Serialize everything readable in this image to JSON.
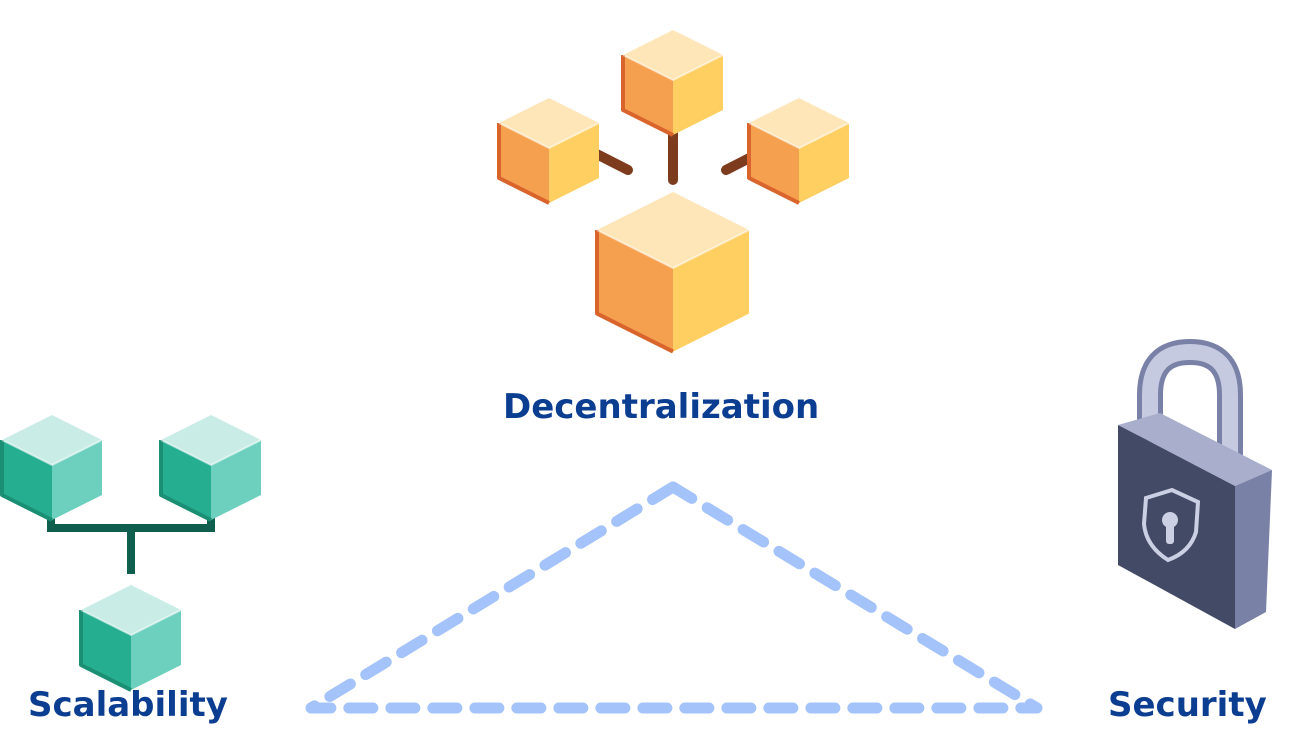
{
  "labels": {
    "top": "Decentralization",
    "left": "Scalability",
    "right": "Security"
  },
  "colors": {
    "label_text": "#0b3d91",
    "triangle_stroke": "#a4c3fb",
    "orange_top": "#ffe6b8",
    "orange_left": "#f5a04e",
    "orange_right": "#ffcf62",
    "orange_edge": "#d9642c",
    "orange_connector": "#7e3c1e",
    "teal_top": "#c9ede6",
    "teal_left": "#26ae91",
    "teal_right": "#6dd0bf",
    "teal_edge": "#1b8f74",
    "teal_connector": "#0f5e4e",
    "lock_front": "#434a66",
    "lock_side": "#7a81a6",
    "lock_top": "#a8aecb",
    "lock_shackle": "#c5cae0",
    "lock_keyhole": "#ccd0e4"
  },
  "icons": {
    "top": "block-network-icon",
    "left": "block-branch-icon",
    "right": "padlock-icon"
  }
}
